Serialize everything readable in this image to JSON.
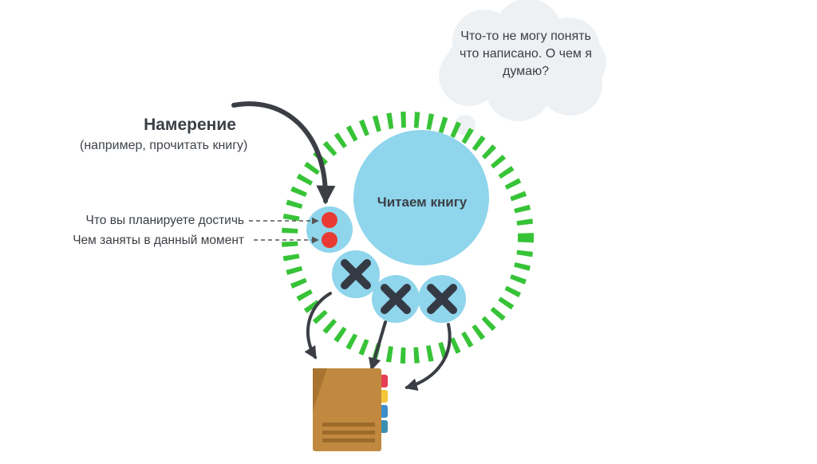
{
  "intention": {
    "title": "Намерение",
    "subtitle": "(например, прочитать книгу)"
  },
  "labels": {
    "goal": "Что вы планируете достичь",
    "current": "Чем заняты в данный момент"
  },
  "center_circle": {
    "text": "Читаем книгу"
  },
  "thought_bubble": {
    "text": "Что-то не могу понять что написано. О чем я думаю?"
  },
  "colors": {
    "ring": "#37c337",
    "circle": "#8fd5ec",
    "dot": "#e83a32",
    "cross": "#343a44",
    "arrow": "#3b3f45",
    "folder": "#c1893f",
    "tab_red": "#e63f55",
    "tab_yellow": "#f4c63b",
    "tab_blue": "#3d8ec9",
    "cloud": "#eef1f4"
  },
  "icons": [
    "thought-cloud-icon",
    "red-dot-icon",
    "cross-icon",
    "folder-icon",
    "arrow-icon"
  ]
}
